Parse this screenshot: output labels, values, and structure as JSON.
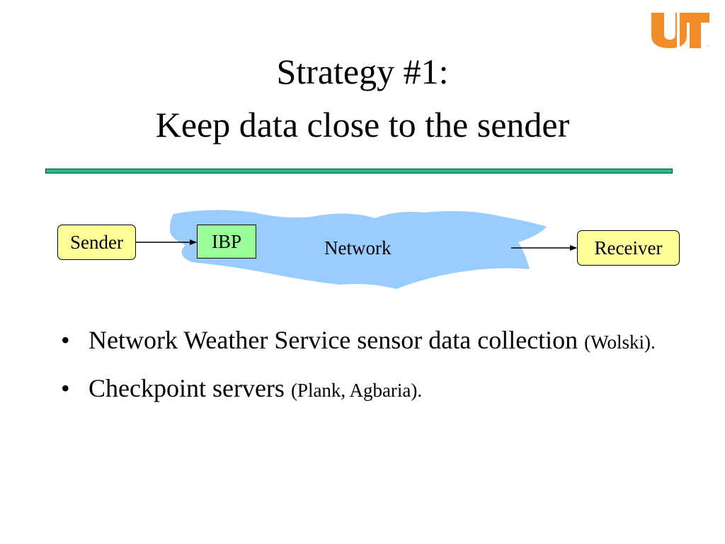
{
  "slide": {
    "title_line1": "Strategy #1:",
    "title_line2": "Keep data close to the sender"
  },
  "colors": {
    "rule": "#1fbf86",
    "cloud": "#99ccff",
    "sender_fill": "#ffff99",
    "ibp_fill": "#99ff99",
    "logo_orange": "#f28c28"
  },
  "diagram": {
    "sender_label": "Sender",
    "ibp_label": "IBP",
    "network_label": "Network",
    "receiver_label": "Receiver"
  },
  "bullets": [
    {
      "text": "Network Weather Service sensor data collection ",
      "cite": "(Wolski)."
    },
    {
      "text": "Checkpoint servers ",
      "cite": "(Plank, Agbaria)."
    }
  ],
  "logo": {
    "icon": "ut-logo-icon"
  }
}
